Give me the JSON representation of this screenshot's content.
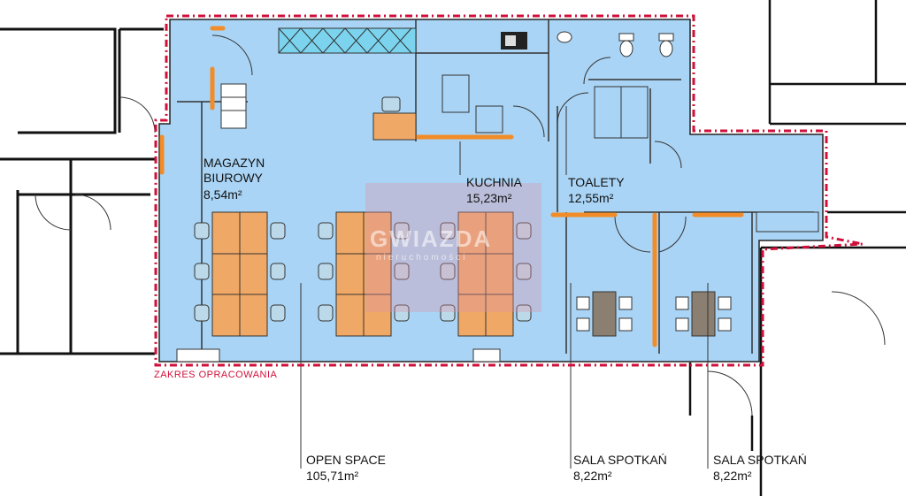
{
  "rooms": {
    "magazyn": {
      "name_line1": "MAGAZYN",
      "name_line2": "BIUROWY",
      "area": "8,54m²"
    },
    "kuchnia": {
      "name": "KUCHNIA",
      "area": "15,23m²"
    },
    "toalety": {
      "name": "TOALETY",
      "area": "12,55m²"
    },
    "open_space": {
      "name": "OPEN SPACE",
      "area": "105,71m²"
    },
    "sala1": {
      "name": "SALA SPOTKAŃ",
      "area": "8,22m²"
    },
    "sala2": {
      "name": "SALA SPOTKAŃ",
      "area": "8,22m²"
    }
  },
  "scope_label": "ZAKRES OPRACOWANIA",
  "watermark": {
    "title": "GWIAZDA",
    "subtitle": "nieruchomości"
  },
  "colors": {
    "floor": "#a9d4f5",
    "boundary": "#d0103a",
    "partition": "#f28c28",
    "desk": "#f0a866",
    "chair": "#bcd9ea",
    "wall": "#111111"
  }
}
